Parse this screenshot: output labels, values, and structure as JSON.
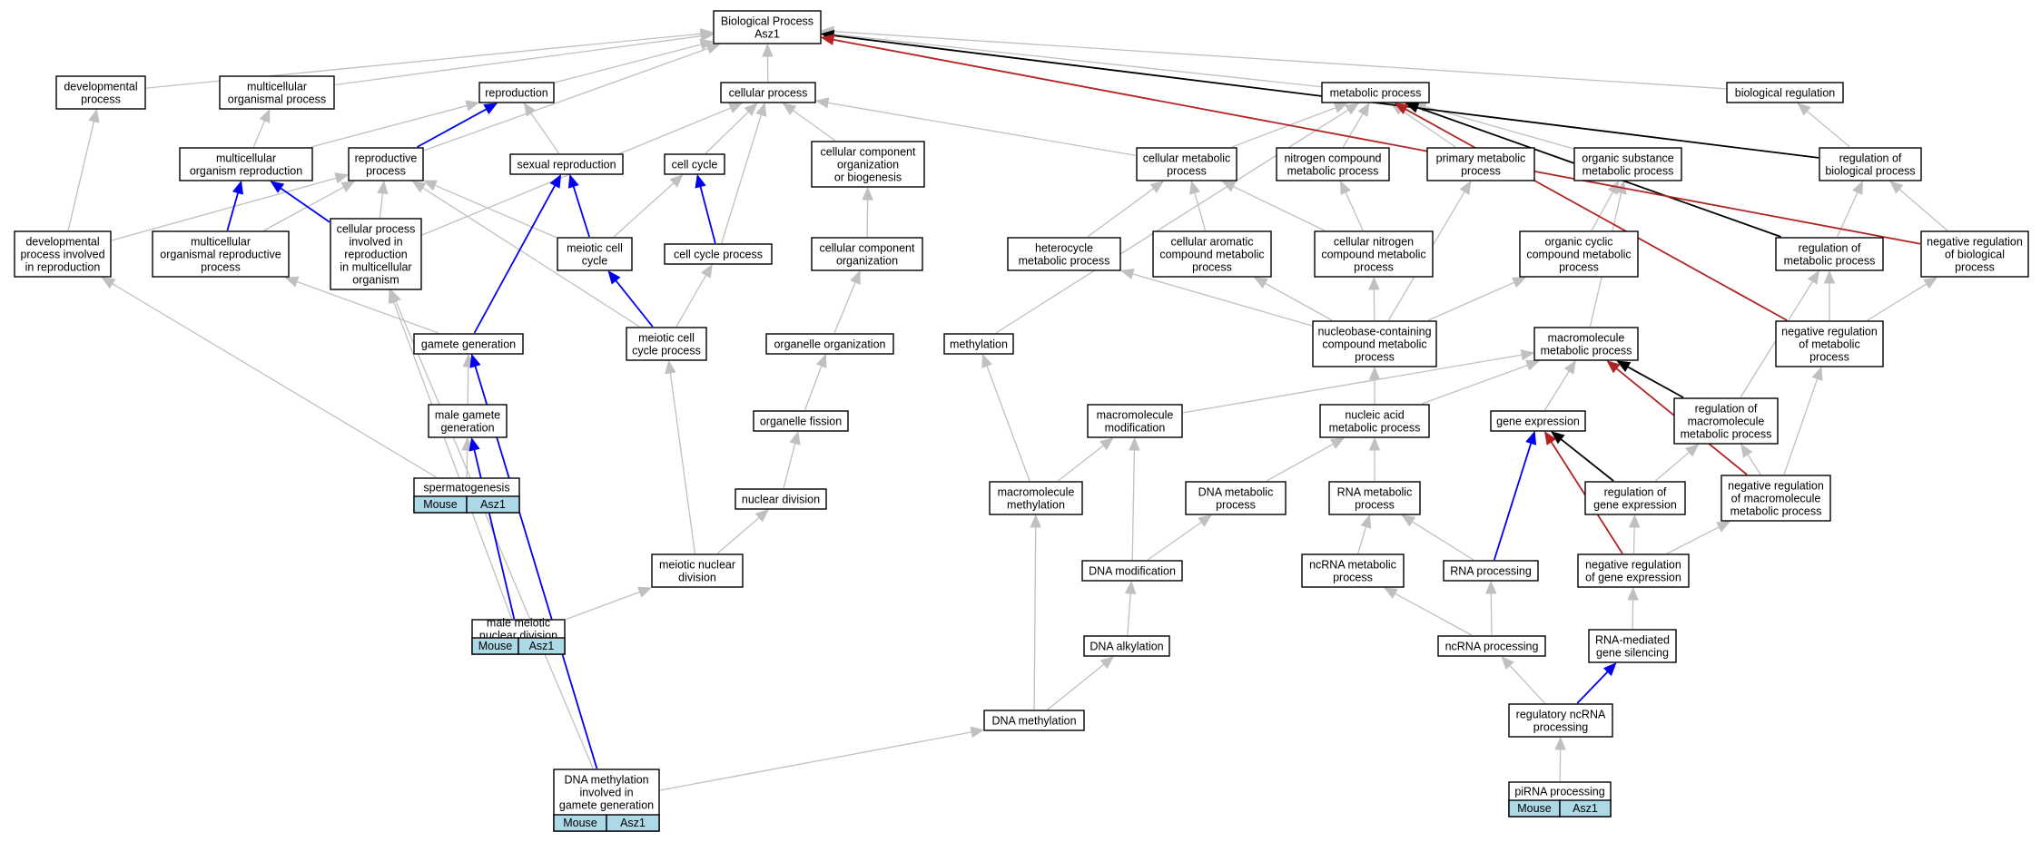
{
  "graph": {
    "colors": {
      "is_a": "#c0c0c0",
      "part_of": "#0000ee",
      "regulates": "#000000",
      "negatively_regulates": "#b22222",
      "annotation_fill": "#add8e6"
    },
    "nodes": [
      {
        "id": "root",
        "lines": [
          "Biological Process",
          "Asz1"
        ]
      },
      {
        "id": "dev",
        "lines": [
          "developmental",
          "process"
        ]
      },
      {
        "id": "mop",
        "lines": [
          "multicellular",
          "organismal process"
        ]
      },
      {
        "id": "repro",
        "lines": [
          "reproduction"
        ]
      },
      {
        "id": "cellproc",
        "lines": [
          "cellular process"
        ]
      },
      {
        "id": "metab",
        "lines": [
          "metabolic process"
        ]
      },
      {
        "id": "bioreg",
        "lines": [
          "biological regulation"
        ]
      },
      {
        "id": "morep",
        "lines": [
          "multicellular",
          "organism reproduction"
        ]
      },
      {
        "id": "reproproc",
        "lines": [
          "reproductive",
          "process"
        ]
      },
      {
        "id": "sexrep",
        "lines": [
          "sexual reproduction"
        ]
      },
      {
        "id": "cellcycle",
        "lines": [
          "cell cycle"
        ]
      },
      {
        "id": "ccob",
        "lines": [
          "cellular component",
          "organization",
          "or biogenesis"
        ]
      },
      {
        "id": "cellmetab",
        "lines": [
          "cellular metabolic",
          "process"
        ]
      },
      {
        "id": "ncmp",
        "lines": [
          "nitrogen compound",
          "metabolic process"
        ]
      },
      {
        "id": "primetab",
        "lines": [
          "primary metabolic",
          "process"
        ]
      },
      {
        "id": "osmp",
        "lines": [
          "organic substance",
          "metabolic process"
        ]
      },
      {
        "id": "regbp",
        "lines": [
          "regulation of",
          "biological process"
        ]
      },
      {
        "id": "devrep",
        "lines": [
          "developmental",
          "process involved",
          "in reproduction"
        ]
      },
      {
        "id": "morp",
        "lines": [
          "multicellular",
          "organismal reproductive",
          "process"
        ]
      },
      {
        "id": "cpirmo",
        "lines": [
          "cellular process",
          "involved in",
          "reproduction",
          "in multicellular",
          "organism"
        ]
      },
      {
        "id": "meiocc",
        "lines": [
          "meiotic cell",
          "cycle"
        ]
      },
      {
        "id": "ccproc",
        "lines": [
          "cell cycle process"
        ]
      },
      {
        "id": "cco",
        "lines": [
          "cellular component",
          "organization"
        ]
      },
      {
        "id": "hetero",
        "lines": [
          "heterocycle",
          "metabolic process"
        ]
      },
      {
        "id": "cacmp",
        "lines": [
          "cellular aromatic",
          "compound metabolic",
          "process"
        ]
      },
      {
        "id": "cncmp",
        "lines": [
          "cellular nitrogen",
          "compound metabolic",
          "process"
        ]
      },
      {
        "id": "occmp",
        "lines": [
          "organic cyclic",
          "compound metabolic",
          "process"
        ]
      },
      {
        "id": "regmp",
        "lines": [
          "regulation of",
          "metabolic process"
        ]
      },
      {
        "id": "negregbp",
        "lines": [
          "negative regulation",
          "of biological",
          "process"
        ]
      },
      {
        "id": "gamgen",
        "lines": [
          "gamete generation"
        ]
      },
      {
        "id": "meiocp",
        "lines": [
          "meiotic cell",
          "cycle process"
        ]
      },
      {
        "id": "orgorg",
        "lines": [
          "organelle organization"
        ]
      },
      {
        "id": "methyl",
        "lines": [
          "methylation"
        ]
      },
      {
        "id": "nbcmp",
        "lines": [
          "nucleobase-containing",
          "compound metabolic",
          "process"
        ]
      },
      {
        "id": "macromp",
        "lines": [
          "macromolecule",
          "metabolic process"
        ]
      },
      {
        "id": "negregmp",
        "lines": [
          "negative regulation",
          "of metabolic",
          "process"
        ]
      },
      {
        "id": "malegam",
        "lines": [
          "male gamete",
          "generation"
        ]
      },
      {
        "id": "orgfis",
        "lines": [
          "organelle fission"
        ]
      },
      {
        "id": "macromod",
        "lines": [
          "macromolecule",
          "modification"
        ]
      },
      {
        "id": "nucacid",
        "lines": [
          "nucleic acid",
          "metabolic process"
        ]
      },
      {
        "id": "geneexp",
        "lines": [
          "gene expression"
        ]
      },
      {
        "id": "regmacro",
        "lines": [
          "regulation of",
          "macromolecule",
          "metabolic process"
        ]
      },
      {
        "id": "spermato",
        "lines": [
          "spermatogenesis"
        ],
        "tags": [
          "Mouse",
          "Asz1"
        ]
      },
      {
        "id": "nucdiv",
        "lines": [
          "nuclear division"
        ]
      },
      {
        "id": "macromethyl",
        "lines": [
          "macromolecule",
          "methylation"
        ]
      },
      {
        "id": "dnamp",
        "lines": [
          "DNA metabolic",
          "process"
        ]
      },
      {
        "id": "rnamp",
        "lines": [
          "RNA metabolic",
          "process"
        ]
      },
      {
        "id": "reggeneexp",
        "lines": [
          "regulation of",
          "gene expression"
        ]
      },
      {
        "id": "negregmacro",
        "lines": [
          "negative regulation",
          "of macromolecule",
          "metabolic process"
        ]
      },
      {
        "id": "meionucdiv",
        "lines": [
          "meiotic nuclear",
          "division"
        ]
      },
      {
        "id": "dnamod",
        "lines": [
          "DNA modification"
        ]
      },
      {
        "id": "ncrnamp",
        "lines": [
          "ncRNA metabolic",
          "process"
        ]
      },
      {
        "id": "rnaproc",
        "lines": [
          "RNA processing"
        ]
      },
      {
        "id": "negreggeneexp",
        "lines": [
          "negative regulation",
          "of gene expression"
        ]
      },
      {
        "id": "malemeio",
        "lines": [
          "male meiotic",
          "nuclear division"
        ],
        "tags": [
          "Mouse",
          "Asz1"
        ]
      },
      {
        "id": "dnaalk",
        "lines": [
          "DNA alkylation"
        ]
      },
      {
        "id": "ncrnaproc",
        "lines": [
          "ncRNA processing"
        ]
      },
      {
        "id": "rnamed",
        "lines": [
          "RNA-mediated",
          "gene silencing"
        ]
      },
      {
        "id": "dnameth",
        "lines": [
          "DNA methylation"
        ]
      },
      {
        "id": "regncrna",
        "lines": [
          "regulatory ncRNA",
          "processing"
        ]
      },
      {
        "id": "dnamethgam",
        "lines": [
          "DNA methylation",
          "involved in",
          "gamete generation"
        ],
        "tags": [
          "Mouse",
          "Asz1"
        ]
      },
      {
        "id": "pirna",
        "lines": [
          "piRNA processing"
        ],
        "tags": [
          "Mouse",
          "Asz1"
        ]
      }
    ],
    "edges": [
      {
        "from": "dev",
        "to": "root",
        "type": "is_a"
      },
      {
        "from": "mop",
        "to": "root",
        "type": "is_a"
      },
      {
        "from": "repro",
        "to": "root",
        "type": "is_a"
      },
      {
        "from": "cellproc",
        "to": "root",
        "type": "is_a"
      },
      {
        "from": "metab",
        "to": "root",
        "type": "is_a"
      },
      {
        "from": "bioreg",
        "to": "root",
        "type": "is_a"
      },
      {
        "from": "reproproc",
        "to": "root",
        "type": "is_a"
      },
      {
        "from": "regbp",
        "to": "root",
        "type": "regulates"
      },
      {
        "from": "negregbp",
        "to": "root",
        "type": "negatively_regulates"
      },
      {
        "from": "morep",
        "to": "mop",
        "type": "is_a"
      },
      {
        "from": "morep",
        "to": "repro",
        "type": "is_a"
      },
      {
        "from": "reproproc",
        "to": "repro",
        "type": "part_of"
      },
      {
        "from": "sexrep",
        "to": "repro",
        "type": "is_a"
      },
      {
        "from": "cellcycle",
        "to": "cellproc",
        "type": "is_a"
      },
      {
        "from": "ccob",
        "to": "cellproc",
        "type": "is_a"
      },
      {
        "from": "cellmetab",
        "to": "cellproc",
        "type": "is_a"
      },
      {
        "from": "ccproc",
        "to": "cellproc",
        "type": "is_a"
      },
      {
        "from": "cpirmo",
        "to": "cellproc",
        "type": "is_a"
      },
      {
        "from": "cellmetab",
        "to": "metab",
        "type": "is_a"
      },
      {
        "from": "ncmp",
        "to": "metab",
        "type": "is_a"
      },
      {
        "from": "primetab",
        "to": "metab",
        "type": "is_a"
      },
      {
        "from": "osmp",
        "to": "metab",
        "type": "is_a"
      },
      {
        "from": "methyl",
        "to": "metab",
        "type": "is_a"
      },
      {
        "from": "regmp",
        "to": "metab",
        "type": "regulates"
      },
      {
        "from": "negregmp",
        "to": "metab",
        "type": "negatively_regulates"
      },
      {
        "from": "regbp",
        "to": "bioreg",
        "type": "is_a"
      },
      {
        "from": "regmp",
        "to": "regbp",
        "type": "is_a"
      },
      {
        "from": "negregbp",
        "to": "regbp",
        "type": "is_a"
      },
      {
        "from": "devrep",
        "to": "dev",
        "type": "is_a"
      },
      {
        "from": "devrep",
        "to": "reproproc",
        "type": "is_a"
      },
      {
        "from": "morp",
        "to": "morep",
        "type": "part_of"
      },
      {
        "from": "morp",
        "to": "reproproc",
        "type": "is_a"
      },
      {
        "from": "cpirmo",
        "to": "morep",
        "type": "part_of"
      },
      {
        "from": "cpirmo",
        "to": "reproproc",
        "type": "is_a"
      },
      {
        "from": "meiocc",
        "to": "sexrep",
        "type": "part_of"
      },
      {
        "from": "meiocc",
        "to": "cellcycle",
        "type": "is_a"
      },
      {
        "from": "meiocc",
        "to": "reproproc",
        "type": "is_a"
      },
      {
        "from": "ccproc",
        "to": "cellcycle",
        "type": "part_of"
      },
      {
        "from": "meiocp",
        "to": "meiocc",
        "type": "part_of"
      },
      {
        "from": "meiocp",
        "to": "ccproc",
        "type": "is_a"
      },
      {
        "from": "meiocp",
        "to": "reproproc",
        "type": "is_a"
      },
      {
        "from": "gamgen",
        "to": "sexrep",
        "type": "part_of"
      },
      {
        "from": "gamgen",
        "to": "morp",
        "type": "is_a"
      },
      {
        "from": "malegam",
        "to": "gamgen",
        "type": "is_a"
      },
      {
        "from": "spermato",
        "to": "malegam",
        "type": "is_a"
      },
      {
        "from": "spermato",
        "to": "devrep",
        "type": "is_a"
      },
      {
        "from": "malemeio",
        "to": "malegam",
        "type": "part_of"
      },
      {
        "from": "malemeio",
        "to": "cpirmo",
        "type": "is_a"
      },
      {
        "from": "malemeio",
        "to": "meionucdiv",
        "type": "is_a"
      },
      {
        "from": "meionucdiv",
        "to": "meiocp",
        "type": "is_a"
      },
      {
        "from": "meionucdiv",
        "to": "nucdiv",
        "type": "is_a"
      },
      {
        "from": "nucdiv",
        "to": "orgfis",
        "type": "is_a"
      },
      {
        "from": "orgfis",
        "to": "orgorg",
        "type": "is_a"
      },
      {
        "from": "orgorg",
        "to": "cco",
        "type": "is_a"
      },
      {
        "from": "cco",
        "to": "ccob",
        "type": "is_a"
      },
      {
        "from": "dnamethgam",
        "to": "gamgen",
        "type": "part_of"
      },
      {
        "from": "dnamethgam",
        "to": "cpirmo",
        "type": "is_a"
      },
      {
        "from": "dnamethgam",
        "to": "dnameth",
        "type": "is_a"
      },
      {
        "from": "hetero",
        "to": "cellmetab",
        "type": "is_a"
      },
      {
        "from": "cacmp",
        "to": "cellmetab",
        "type": "is_a"
      },
      {
        "from": "cncmp",
        "to": "cellmetab",
        "type": "is_a"
      },
      {
        "from": "cncmp",
        "to": "ncmp",
        "type": "is_a"
      },
      {
        "from": "occmp",
        "to": "osmp",
        "type": "is_a"
      },
      {
        "from": "nbcmp",
        "to": "hetero",
        "type": "is_a"
      },
      {
        "from": "nbcmp",
        "to": "cacmp",
        "type": "is_a"
      },
      {
        "from": "nbcmp",
        "to": "cncmp",
        "type": "is_a"
      },
      {
        "from": "nbcmp",
        "to": "primetab",
        "type": "is_a"
      },
      {
        "from": "nbcmp",
        "to": "occmp",
        "type": "is_a"
      },
      {
        "from": "macromp",
        "to": "osmp",
        "type": "is_a"
      },
      {
        "from": "negregmp",
        "to": "regmp",
        "type": "is_a"
      },
      {
        "from": "negregmp",
        "to": "negregbp",
        "type": "is_a"
      },
      {
        "from": "macromod",
        "to": "macromp",
        "type": "is_a"
      },
      {
        "from": "nucacid",
        "to": "macromp",
        "type": "is_a"
      },
      {
        "from": "nucacid",
        "to": "nbcmp",
        "type": "is_a"
      },
      {
        "from": "geneexp",
        "to": "macromp",
        "type": "is_a"
      },
      {
        "from": "regmacro",
        "to": "macromp",
        "type": "regulates"
      },
      {
        "from": "regmacro",
        "to": "regmp",
        "type": "is_a"
      },
      {
        "from": "negregmacro",
        "to": "macromp",
        "type": "negatively_regulates"
      },
      {
        "from": "negregmacro",
        "to": "regmacro",
        "type": "is_a"
      },
      {
        "from": "negregmacro",
        "to": "negregmp",
        "type": "is_a"
      },
      {
        "from": "macromethyl",
        "to": "methyl",
        "type": "is_a"
      },
      {
        "from": "macromethyl",
        "to": "macromod",
        "type": "is_a"
      },
      {
        "from": "dnamp",
        "to": "nucacid",
        "type": "is_a"
      },
      {
        "from": "rnamp",
        "to": "nucacid",
        "type": "is_a"
      },
      {
        "from": "reggeneexp",
        "to": "geneexp",
        "type": "regulates"
      },
      {
        "from": "reggeneexp",
        "to": "regmacro",
        "type": "is_a"
      },
      {
        "from": "negreggeneexp",
        "to": "geneexp",
        "type": "negatively_regulates"
      },
      {
        "from": "negreggeneexp",
        "to": "reggeneexp",
        "type": "is_a"
      },
      {
        "from": "negreggeneexp",
        "to": "negregmacro",
        "type": "is_a"
      },
      {
        "from": "dnamod",
        "to": "dnamp",
        "type": "is_a"
      },
      {
        "from": "dnamod",
        "to": "macromod",
        "type": "is_a"
      },
      {
        "from": "ncrnamp",
        "to": "rnamp",
        "type": "is_a"
      },
      {
        "from": "rnaproc",
        "to": "rnamp",
        "type": "is_a"
      },
      {
        "from": "rnaproc",
        "to": "geneexp",
        "type": "part_of"
      },
      {
        "from": "dnaalk",
        "to": "dnamod",
        "type": "is_a"
      },
      {
        "from": "dnameth",
        "to": "dnaalk",
        "type": "is_a"
      },
      {
        "from": "dnameth",
        "to": "macromethyl",
        "type": "is_a"
      },
      {
        "from": "ncrnaproc",
        "to": "ncrnamp",
        "type": "is_a"
      },
      {
        "from": "ncrnaproc",
        "to": "rnaproc",
        "type": "is_a"
      },
      {
        "from": "rnamed",
        "to": "negreggeneexp",
        "type": "is_a"
      },
      {
        "from": "regncrna",
        "to": "ncrnaproc",
        "type": "is_a"
      },
      {
        "from": "regncrna",
        "to": "rnamed",
        "type": "part_of"
      },
      {
        "from": "pirna",
        "to": "regncrna",
        "type": "is_a"
      }
    ]
  }
}
